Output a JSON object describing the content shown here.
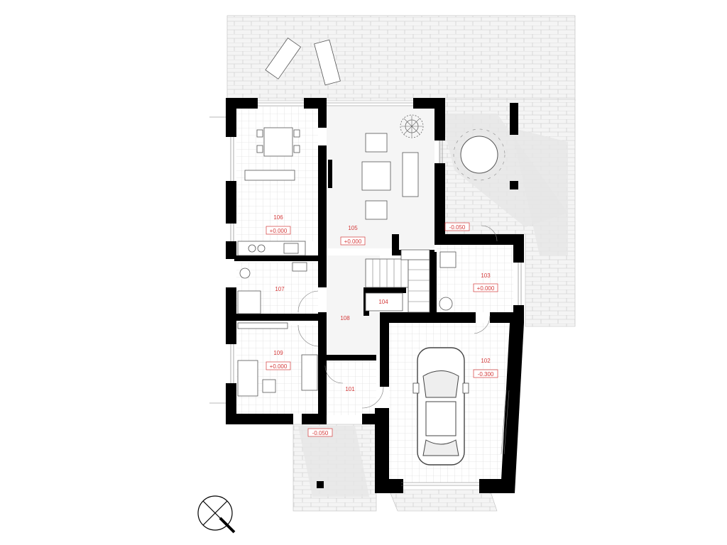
{
  "colors": {
    "wall": "#000000",
    "label": "#d43a3a",
    "paving": "#f2f2f2",
    "tile_grid": "#d0d0d0",
    "shadow": "#e6e6e6"
  },
  "rooms": [
    {
      "id": "r101",
      "number": "101"
    },
    {
      "id": "r102",
      "number": "102",
      "level": "-0.300"
    },
    {
      "id": "r103",
      "number": "103",
      "level": "+0.000"
    },
    {
      "id": "r104",
      "number": "104"
    },
    {
      "id": "r105",
      "number": "105",
      "level": "+0.000"
    },
    {
      "id": "r106",
      "number": "106",
      "level": "+0.000"
    },
    {
      "id": "r107",
      "number": "107"
    },
    {
      "id": "r108",
      "number": "108"
    },
    {
      "id": "r109",
      "number": "109",
      "level": "+0.000"
    }
  ],
  "exterior_levels": [
    {
      "id": "terrace_east",
      "level": "-0.050"
    },
    {
      "id": "entrance",
      "level": "-0.050"
    }
  ],
  "icons": [
    "north-arrow-icon",
    "car-icon",
    "tree-icon",
    "round-table-icon",
    "sun-lounger-icon"
  ]
}
